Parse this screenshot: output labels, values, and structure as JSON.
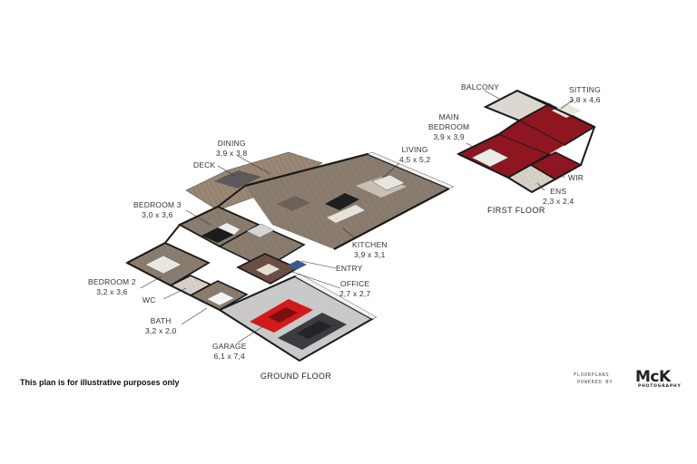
{
  "rooms": {
    "dining": {
      "name": "DINING",
      "dims": "3,9 x 3,8"
    },
    "deck": {
      "name": "DECK"
    },
    "living": {
      "name": "LIVING",
      "dims": "4,5 x 5,2"
    },
    "bedroom3": {
      "name": "BEDROOM 3",
      "dims": "3,0 x 3,6"
    },
    "kitchen": {
      "name": "KITCHEN",
      "dims": "3,9 x 3,1"
    },
    "entry": {
      "name": "ENTRY"
    },
    "bedroom2": {
      "name": "BEDROOM 2",
      "dims": "3,2 x 3,6"
    },
    "office": {
      "name": "OFFICE",
      "dims": "2,7 x 2,7"
    },
    "wc": {
      "name": "WC"
    },
    "bath": {
      "name": "BATH",
      "dims": "3,2 x 2,0"
    },
    "garage": {
      "name": "GARAGE",
      "dims": "6,1 x 7,4"
    },
    "balcony": {
      "name": "BALCONY"
    },
    "sitting": {
      "name": "SITTING",
      "dims": "3,8 x 4,6"
    },
    "main_bedroom": {
      "name_line1": "MAIN",
      "name_line2": "BEDROOM",
      "dims": "3,9 x 3,9"
    },
    "wir": {
      "name": "WIR"
    },
    "ens": {
      "name": "ENS",
      "dims": "2,3 x 2,4"
    }
  },
  "floors": {
    "ground": "GROUND FLOOR",
    "first": "FIRST FLOOR"
  },
  "disclaimer": "This plan is for illustrative purposes only",
  "branding": {
    "line1": "FLOORPLANS",
    "line2": "POWERED BY",
    "logo": "McK",
    "logo_sub": "PHOTOGRAPHY"
  },
  "colors": {
    "floor_wood": "#8a7d70",
    "deck_wood": "#9a8776",
    "carpet_red": "#8e1620",
    "wall": "#f2f2f2",
    "wall_edge": "#1a1a1a",
    "tile": "#cfc8bf",
    "garage_floor": "#c9c9c9",
    "car_red": "#d21a1a",
    "car_dark": "#3a3c42"
  }
}
